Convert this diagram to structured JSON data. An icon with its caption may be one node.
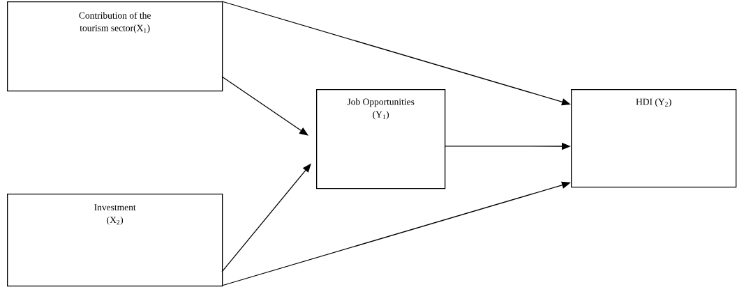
{
  "diagram": {
    "nodes": [
      {
        "text": [
          "Contribution of the tourism sector(X$_{1}$)"
        ]
      },
      {
        "text": [
          "Investment (X$_{2}$)"
        ]
      },
      {
        "text": [
          "Job Opportunities (Y$_{1}$)"
        ]
      },
      {
        "text": [
          "HDI (Y$_{2}$)"
        ]
      }
    ],
    "edges": [
      {
        "from": 0,
        "to": 3,
        "arrow": "to"
      },
      {
        "from": 0,
        "to": 2,
        "arrow": "to"
      },
      {
        "from": 1,
        "to": 2,
        "arrow": "to"
      },
      {
        "from": 1,
        "to": 3,
        "arrow": "to"
      },
      {
        "from": 2,
        "to": 3,
        "arrow": "to"
      }
    ]
  }
}
